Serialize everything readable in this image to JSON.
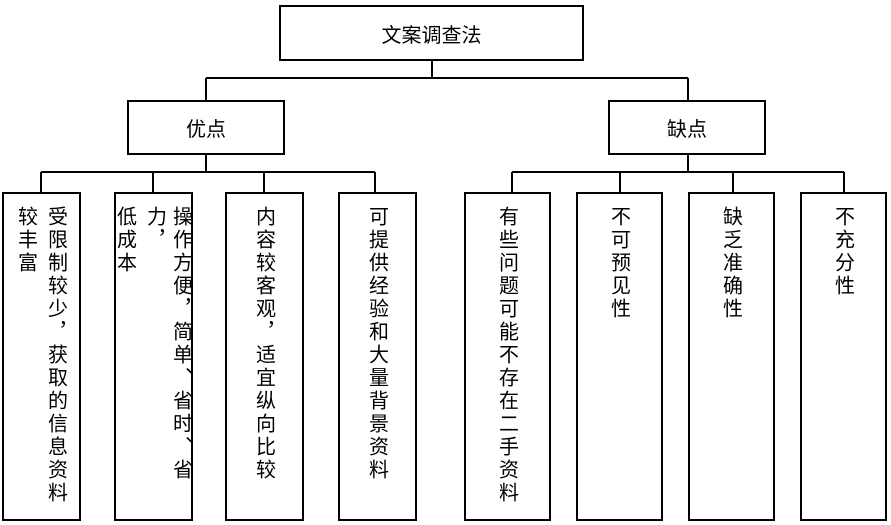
{
  "root": {
    "title": "文案调查法"
  },
  "advantages": {
    "title": "优点",
    "items": [
      {
        "columns": [
          "较丰富",
          "受限制较少，获取的信息资料"
        ]
      },
      {
        "columns": [
          "低成本",
          "操作方便，简单、省时、省力，"
        ]
      },
      {
        "columns": [
          "内容较客观，适宜纵向比较"
        ]
      },
      {
        "columns": [
          "可提供经验和大量背景资料"
        ]
      }
    ]
  },
  "disadvantages": {
    "title": "缺点",
    "items": [
      {
        "columns": [
          "有些问题可能不存在二手资料"
        ]
      },
      {
        "columns": [
          "不可预见性"
        ]
      },
      {
        "columns": [
          "缺乏准确性"
        ]
      },
      {
        "columns": [
          "不充分性"
        ]
      }
    ]
  }
}
